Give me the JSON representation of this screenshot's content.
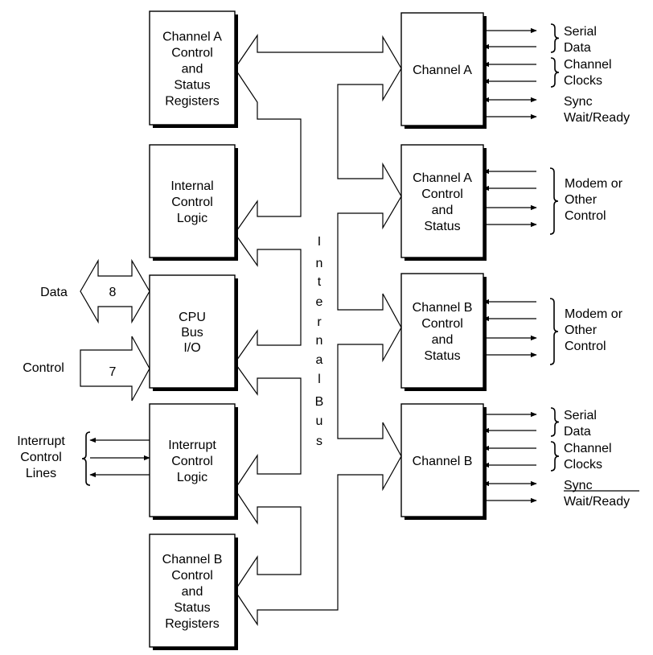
{
  "blocks": {
    "channel_a_registers": [
      "Channel A",
      "Control",
      "and",
      "Status",
      "Registers"
    ],
    "internal_control_logic": [
      "Internal",
      "Control",
      "Logic"
    ],
    "cpu_bus_io": [
      "CPU",
      "Bus",
      "I/O"
    ],
    "interrupt_control_logic": [
      "Interrupt",
      "Control",
      "Logic"
    ],
    "channel_b_registers": [
      "Channel B",
      "Control",
      "and",
      "Status",
      "Registers"
    ],
    "channel_a": [
      "Channel A"
    ],
    "channel_a_control_status": [
      "Channel A",
      "Control",
      "and",
      "Status"
    ],
    "channel_b_control_status": [
      "Channel B",
      "Control",
      "and",
      "Status"
    ],
    "channel_b": [
      "Channel B"
    ]
  },
  "internal_bus_letters": [
    "I",
    "n",
    "t",
    "e",
    "r",
    "n",
    "a",
    "l",
    "B",
    "u",
    "s"
  ],
  "left_signals": {
    "data": "Data",
    "data_width": "8",
    "control": "Control",
    "control_width": "7",
    "interrupt_lines": [
      "Interrupt",
      "Control",
      "Lines"
    ]
  },
  "right_signals": {
    "channel_a": {
      "serial": [
        "Serial",
        "Data"
      ],
      "clocks": [
        "Channel",
        "Clocks"
      ],
      "sync": "Sync",
      "wait": "Wait/Ready"
    },
    "modem_a": [
      "Modem or",
      "Other",
      "Control"
    ],
    "modem_b": [
      "Modem or",
      "Other",
      "Control"
    ],
    "channel_b": {
      "serial": [
        "Serial",
        "Data"
      ],
      "clocks": [
        "Channel",
        "Clocks"
      ],
      "sync": "Sync",
      "wait": "Wait/Ready"
    }
  }
}
